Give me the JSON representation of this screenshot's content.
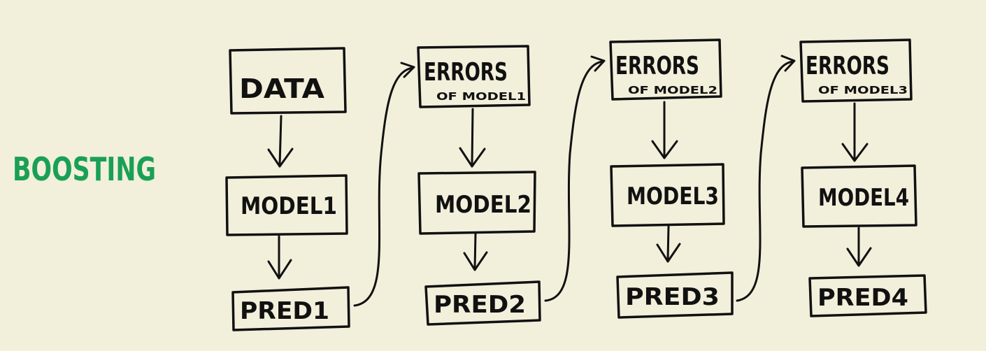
{
  "diagram": {
    "title": "BOOSTING",
    "title_color": "#1aa055",
    "ink_color": "#111111",
    "background": "#f2efdb",
    "columns": [
      {
        "top": {
          "main": "DATA",
          "sub": ""
        },
        "model": "MODEL1",
        "pred": "PRED1"
      },
      {
        "top": {
          "main": "ERRORS",
          "sub": "OF MODEL1"
        },
        "model": "MODEL2",
        "pred": "PRED2"
      },
      {
        "top": {
          "main": "ERRORS",
          "sub": "OF MODEL2"
        },
        "model": "MODEL3",
        "pred": "PRED3"
      },
      {
        "top": {
          "main": "ERRORS",
          "sub": "OF MODEL3"
        },
        "model": "MODEL4",
        "pred": "PRED4"
      }
    ]
  }
}
